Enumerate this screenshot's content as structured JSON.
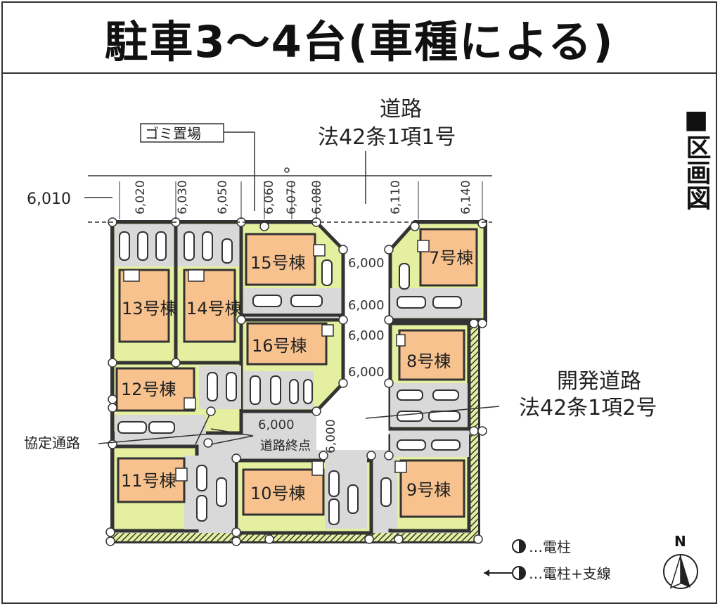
{
  "title": "駐車3〜4台(車種による)",
  "section_label": "■区画図",
  "labels": {
    "gomi": "ゴミ置場",
    "public_road_name": "道路",
    "public_road_law": "法42条1項1号",
    "dev_road_name": "開発道路",
    "dev_road_law": "法42条1項2号",
    "kyotei": "協定通路",
    "road_end": "道路終点",
    "width_left": "6,010",
    "road_width": "6,000",
    "north": "N"
  },
  "frontage_widths": [
    "6,020",
    "6,030",
    "6,050",
    "6,060",
    "6,070",
    "6,080",
    "6,110",
    "6,140"
  ],
  "inner_widths": [
    "6,000",
    "6,000",
    "6,000",
    "6,000",
    "6,000",
    "6,000"
  ],
  "lots": {
    "l7": "7号棟",
    "l8": "8号棟",
    "l9": "9号棟",
    "l10": "10号棟",
    "l11": "11号棟",
    "l12": "12号棟",
    "l13": "13号棟",
    "l14": "14号棟",
    "l15": "15号棟",
    "l16": "16号棟"
  },
  "legend": {
    "pole": "…電柱",
    "pole_guy": "…電柱+支線"
  },
  "colors": {
    "lot_green": "#e4ef9f",
    "house_orange": "#f8c28f",
    "parking_gray": "#d9d9da",
    "outline": "#333333"
  }
}
